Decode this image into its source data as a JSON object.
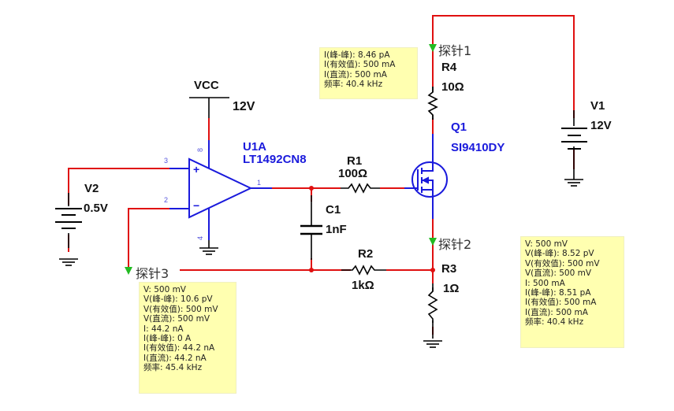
{
  "components": {
    "vcc": {
      "name": "VCC",
      "value": "12V"
    },
    "u1a": {
      "ref": "U1A",
      "part": "LT1492CN8",
      "pins": {
        "plus": "3",
        "minus": "2",
        "out": "1",
        "vplus": "8",
        "vminus": "4"
      },
      "plus_sign": "+",
      "minus_sign": "−"
    },
    "v2": {
      "ref": "V2",
      "value": "0.5V"
    },
    "r1": {
      "ref": "R1",
      "value": "100Ω"
    },
    "c1": {
      "ref": "C1",
      "value": "1nF"
    },
    "r2": {
      "ref": "R2",
      "value": "1kΩ"
    },
    "r3": {
      "ref": "R3",
      "value": "1Ω"
    },
    "r4": {
      "ref": "R4",
      "value": "10Ω"
    },
    "q1": {
      "ref": "Q1",
      "part": "SI9410DY"
    },
    "v1": {
      "ref": "V1",
      "value": "12V"
    }
  },
  "probes": [
    {
      "name": "探针1",
      "readings": [
        "I(峰-峰): 8.46 pA",
        "I(有效值): 500 mA",
        "I(直流): 500 mA",
        "频率: 40.4 kHz"
      ]
    },
    {
      "name": "探针2",
      "readings": [
        "V: 500 mV",
        "V(峰-峰): 8.52 pV",
        "V(有效值): 500 mV",
        "V(直流): 500 mV",
        "I: 500 mA",
        "I(峰-峰): 8.51 pA",
        "I(有效值): 500 mA",
        "I(直流): 500 mA",
        "频率: 40.4 kHz"
      ]
    },
    {
      "name": "探针3",
      "readings": [
        "V: 500 mV",
        "V(峰-峰): 10.6 pV",
        "V(有效值): 500 mV",
        "V(直流): 500 mV",
        "I: 44.2 nA",
        "I(峰-峰): 0 A",
        "I(有效值): 44.2 nA",
        "I(直流): 44.2 nA",
        "频率: 45.4 kHz"
      ]
    }
  ],
  "colors": {
    "wire": "#e01010",
    "component": "#000000",
    "opamp": "#1a1adc",
    "junction": "#e01010",
    "probe_arrow": "#22bb22",
    "probe_box": "#ffffb0"
  }
}
